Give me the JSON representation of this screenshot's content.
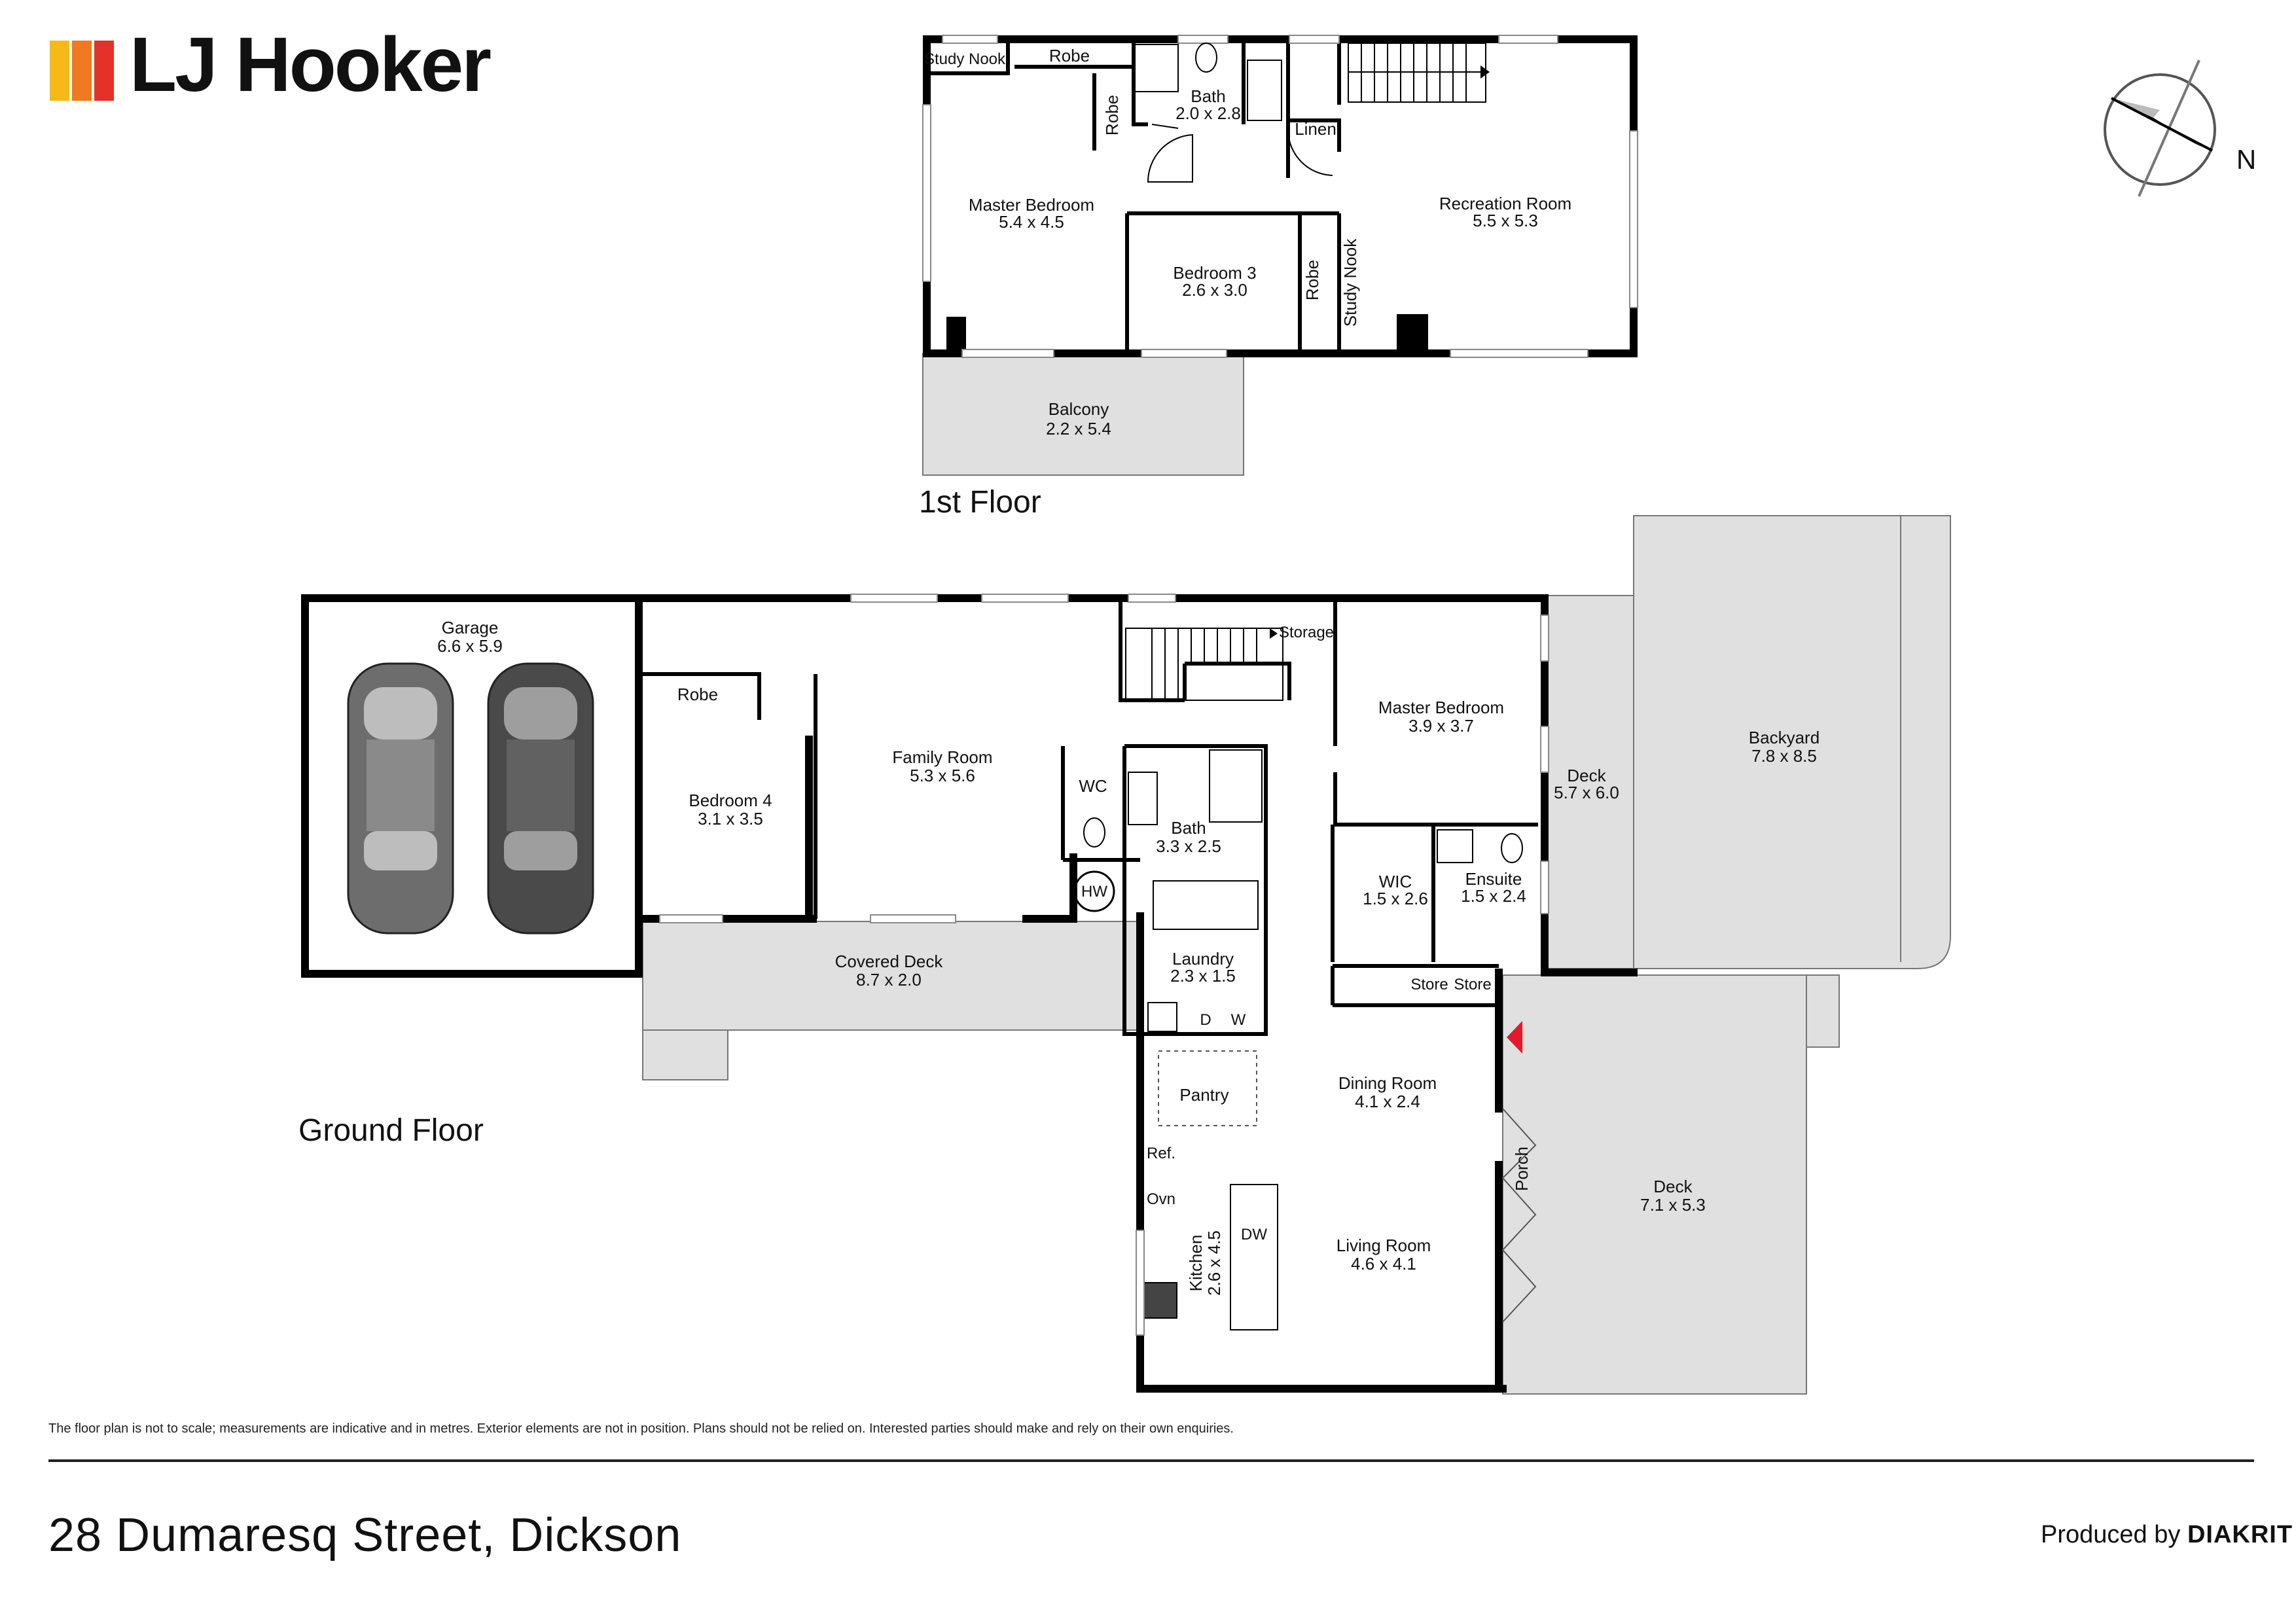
{
  "brand": {
    "name": "LJ Hooker",
    "colors": [
      "#f6b91a",
      "#f07a21",
      "#e4322b"
    ]
  },
  "compass": {
    "label": "N"
  },
  "first_floor": {
    "title": "1st Floor",
    "rooms": [
      {
        "id": "study-nook-1",
        "name": "Study Nook",
        "dims": ""
      },
      {
        "id": "robe-top",
        "name": "Robe",
        "dims": ""
      },
      {
        "id": "robe-vert",
        "name": "Robe",
        "dims": ""
      },
      {
        "id": "bath-1",
        "name": "Bath",
        "dims": "2.0 x 2.8"
      },
      {
        "id": "linen",
        "name": "Linen",
        "dims": ""
      },
      {
        "id": "master-bedroom-1",
        "name": "Master Bedroom",
        "dims": "5.4 x 4.5"
      },
      {
        "id": "bedroom-3",
        "name": "Bedroom 3",
        "dims": "2.6 x 3.0"
      },
      {
        "id": "robe-bed3",
        "name": "Robe",
        "dims": ""
      },
      {
        "id": "study-nook-2",
        "name": "Study Nook",
        "dims": ""
      },
      {
        "id": "recreation-room",
        "name": "Recreation Room",
        "dims": "5.5 x 5.3"
      },
      {
        "id": "balcony",
        "name": "Balcony",
        "dims": "2.2 x 5.4"
      }
    ]
  },
  "ground_floor": {
    "title": "Ground Floor",
    "rooms": [
      {
        "id": "garage",
        "name": "Garage",
        "dims": "6.6 x 5.9"
      },
      {
        "id": "robe-bed4",
        "name": "Robe",
        "dims": ""
      },
      {
        "id": "bedroom-4",
        "name": "Bedroom 4",
        "dims": "3.1 x 3.5"
      },
      {
        "id": "family-room",
        "name": "Family Room",
        "dims": "5.3 x 5.6"
      },
      {
        "id": "wc",
        "name": "WC",
        "dims": ""
      },
      {
        "id": "hw",
        "name": "HW",
        "dims": ""
      },
      {
        "id": "bath-g",
        "name": "Bath",
        "dims": "3.3 x 2.5"
      },
      {
        "id": "storage",
        "name": "Storage",
        "dims": ""
      },
      {
        "id": "master-bedroom-g",
        "name": "Master Bedroom",
        "dims": "3.9 x 3.7"
      },
      {
        "id": "wic",
        "name": "WIC",
        "dims": "1.5 x 2.6"
      },
      {
        "id": "ensuite",
        "name": "Ensuite",
        "dims": "1.5 x 2.4"
      },
      {
        "id": "deck-side",
        "name": "Deck",
        "dims": "5.7 x 6.0"
      },
      {
        "id": "backyard",
        "name": "Backyard",
        "dims": "7.8 x 8.5"
      },
      {
        "id": "covered-deck",
        "name": "Covered Deck",
        "dims": "8.7 x 2.0"
      },
      {
        "id": "laundry",
        "name": "Laundry",
        "dims": "2.3 x 1.5"
      },
      {
        "id": "dryer",
        "name": "D",
        "dims": ""
      },
      {
        "id": "washer",
        "name": "W",
        "dims": ""
      },
      {
        "id": "store-1",
        "name": "Store",
        "dims": ""
      },
      {
        "id": "store-2",
        "name": "Store",
        "dims": ""
      },
      {
        "id": "pantry",
        "name": "Pantry",
        "dims": ""
      },
      {
        "id": "dining-room",
        "name": "Dining Room",
        "dims": "4.1 x 2.4"
      },
      {
        "id": "ref",
        "name": "Ref.",
        "dims": ""
      },
      {
        "id": "ovn",
        "name": "Ovn",
        "dims": ""
      },
      {
        "id": "kitchen",
        "name": "Kitchen",
        "dims": "2.6 x 4.5"
      },
      {
        "id": "dw",
        "name": "DW",
        "dims": ""
      },
      {
        "id": "living-room",
        "name": "Living Room",
        "dims": "4.6 x 4.1"
      },
      {
        "id": "porch",
        "name": "Porch",
        "dims": ""
      },
      {
        "id": "deck-front",
        "name": "Deck",
        "dims": "7.1 x 5.3"
      }
    ]
  },
  "disclaimer": "The floor plan is not to scale; measurements are indicative and in metres. Exterior elements are not in position. Plans should not be relied on. Interested parties should make and rely on their own enquiries.",
  "address": "28 Dumaresq Street, Dickson",
  "credit": {
    "prefix": "Produced by",
    "company": "DIAKRIT"
  },
  "entry_marker_color": "#e4192b"
}
